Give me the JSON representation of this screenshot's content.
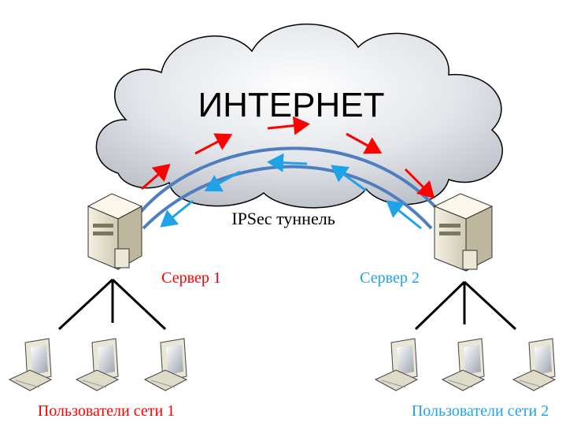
{
  "cloud": {
    "label": "ИНТЕРНЕТ",
    "fill": "#d9dde2",
    "stroke": "#000000"
  },
  "tunnel": {
    "label": "IPSec туннель",
    "color": "#4f7ec0"
  },
  "servers": [
    {
      "label": "Сервер 1",
      "color": "#ff0000"
    },
    {
      "label": "Сервер 2",
      "color": "#1fa3e8"
    }
  ],
  "networks": [
    {
      "label": "Пользователи сети 1",
      "color": "#ff0000"
    },
    {
      "label": "Пользователи сети 2",
      "color": "#1fa3e8"
    }
  ],
  "arrows": {
    "outbound_color": "#ff0000",
    "inbound_color": "#1fa3e8"
  }
}
